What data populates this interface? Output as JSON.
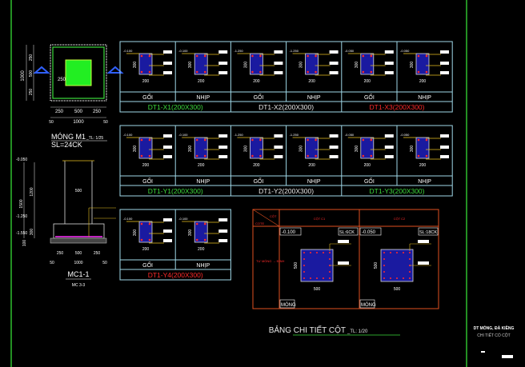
{
  "colors": {
    "bg": "#000000",
    "frame": "#2fbf2f",
    "table": "#9fd8e8",
    "green": "#3ddc3d",
    "red": "#ff2a2a",
    "yellow": "#e8c020",
    "white": "#e8e8e8",
    "orange": "#e05020",
    "blue": "#1a1aa0",
    "magenta": "#ff30ff"
  },
  "foundation_plan": {
    "title": "MÓNG M1",
    "scale": "_TL: 1/25",
    "quantity": "SL=24CK",
    "dims_h": [
      "250",
      "500",
      "250"
    ],
    "dims_total": "1000",
    "edge": "50",
    "dims_v": [
      "250",
      "500",
      "250"
    ],
    "dims_v_total": "1000"
  },
  "foundation_section": {
    "title": "MC1-1",
    "subtitle": "MC 3-3",
    "levels": [
      "-0.050",
      "-1.250",
      "-1.550"
    ],
    "dims_v": [
      "1500",
      "1200",
      "300",
      "100"
    ],
    "col_width": "500",
    "dims_h": [
      "250",
      "500",
      "250"
    ],
    "dims_total": "1000",
    "edge": "50"
  },
  "beam_tables": [
    {
      "groups": [
        {
          "name": "DT1-X1(200X300)",
          "color": "green",
          "levels": [
            "-0.100",
            "-0.100"
          ]
        },
        {
          "name": "DT1-X2(200X300)",
          "color": "white",
          "levels": [
            "-1.250",
            "-1.250"
          ]
        },
        {
          "name": "DT1-X3(200X300)",
          "color": "red",
          "levels": [
            "-0.050",
            "-0.050"
          ]
        }
      ]
    },
    {
      "groups": [
        {
          "name": "DT1-Y1(200X300)",
          "color": "green",
          "levels": [
            "-0.100",
            "-0.100"
          ]
        },
        {
          "name": "DT1-Y2(200X300)",
          "color": "white",
          "levels": [
            "-1.250",
            "-1.250"
          ]
        },
        {
          "name": "DT1-Y3(200X300)",
          "color": "green",
          "levels": [
            "-0.050",
            "-0.050"
          ]
        }
      ]
    },
    {
      "groups": [
        {
          "name": "DT1-Y4(200X300)",
          "color": "red",
          "levels": [
            "-0.100",
            "-0.100"
          ]
        }
      ]
    }
  ],
  "beam_cell": {
    "labels": [
      "GỐI",
      "NHỊP"
    ],
    "width": "200",
    "height": "300"
  },
  "column_table": {
    "corner_top": "CỘT",
    "corner_bottom": "COTE",
    "side_label": "TƯ MÓNG → ĐỈNH",
    "columns": [
      {
        "header": "CỘT C1",
        "level": "-0.100",
        "qty": "SL:6CK",
        "dim": "500",
        "footer": "MÓNG"
      },
      {
        "header": "CỘT C2",
        "level": "-0.050",
        "qty": "SL:18CK",
        "dim": "500",
        "footer": "MÓNG"
      }
    ],
    "title": "BẢNG CHI TIẾT CỘT",
    "scale": "_TL: 1/20"
  },
  "title_block": {
    "line1": "DT MÓNG, ĐÀ KIỀNG",
    "line2": "CHI TIẾT CỔ CỘT"
  }
}
